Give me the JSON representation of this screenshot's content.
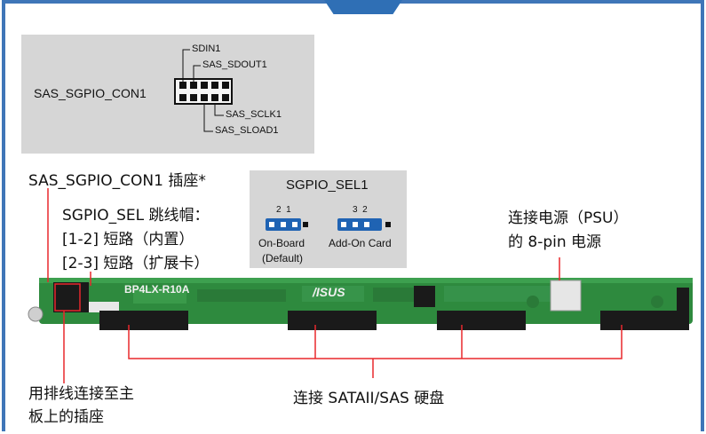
{
  "header_connector": {
    "name": "SAS_SGPIO_CON1",
    "pins": [
      "SDIN1",
      "SAS_SDOUT1",
      "SAS_SCLK1",
      "SAS_SLOAD1"
    ]
  },
  "jumper": {
    "title": "SGPIO_SEL1",
    "onboard": {
      "pins": "2  1",
      "label1": "On-Board",
      "label2": "(Default)"
    },
    "addon": {
      "pins": "3  2",
      "label": "Add-On Card"
    }
  },
  "callouts": {
    "sgpio_header": "SAS_SGPIO_CON1 插座*",
    "jumper_title": "SGPIO_SEL 跳线帽：",
    "jumper_1_2": "[1-2] 短路（内置）",
    "jumper_2_3": "[2-3] 短路（扩展卡）",
    "power_line1": "连接电源（PSU）",
    "power_line2": "的 8-pin 电源",
    "bottom_left_line1": "用排线连接至主",
    "bottom_left_line2": "板上的插座",
    "sata": "连接 SATAII/SAS 硬盘"
  },
  "board": {
    "silkscreen": "BP4LX-R10A",
    "logo": "/ISUS"
  },
  "colors": {
    "accent": "#3f76b8",
    "pcb": "#2e8a3e",
    "line_red": "#e8282c",
    "panel": "#d6d6d6",
    "jumper": "#1f63b3"
  }
}
